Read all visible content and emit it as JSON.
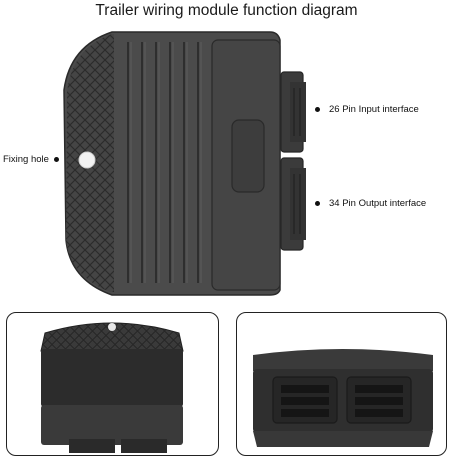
{
  "title": "Trailer wiring module function diagram",
  "callouts": {
    "fixing_hole": "Fixing hole",
    "input_26": "26 Pin Input interface",
    "output_34": "34 Pin Output interface"
  },
  "colors": {
    "module_body": "#4b4b4b",
    "module_dark": "#2f2f2f",
    "fixing_hole": "#f2f2f2",
    "photo_border": "#222222"
  }
}
